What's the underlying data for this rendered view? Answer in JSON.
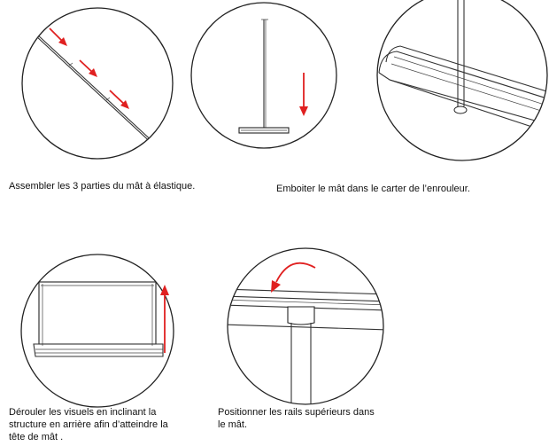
{
  "steps": [
    {
      "caption": "Assembler les 3 parties du mât à élastique."
    },
    {
      "caption": "Emboiter le mât dans le carter de l’enrouleur."
    },
    {
      "caption_lines": [
        "Dérouler les visuels en inclinant la",
        "structure en arrière afin d’atteindre la",
        "tête de mât ."
      ]
    },
    {
      "caption_lines": [
        "Positionner les rails supérieurs dans",
        "le mât."
      ]
    }
  ],
  "colors": {
    "arrow": "#e02020",
    "line": "#333333"
  },
  "icons": [
    "arrow-icon"
  ]
}
